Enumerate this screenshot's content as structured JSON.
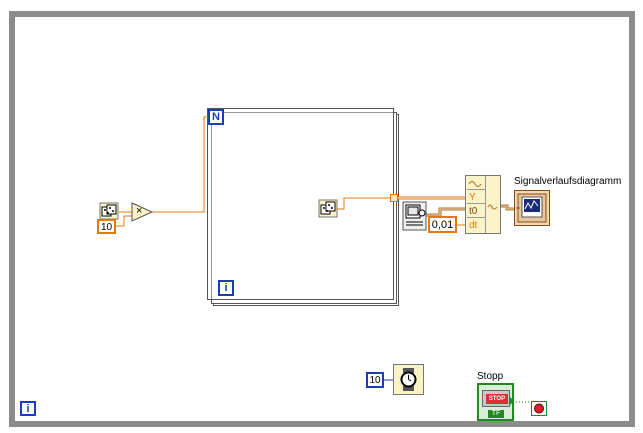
{
  "diagram": {
    "count_terminal": "N",
    "for_iteration_terminal": "i",
    "while_iteration_terminal": "i",
    "random_const_value": "10",
    "multiply_symbol": "×",
    "dt_value": "0,01",
    "wait_value": "10",
    "waveform_inputs": [
      "Y",
      "t0",
      "dt"
    ],
    "chart_label": "Signalverlaufsdiagramm",
    "stop_label": "Stopp",
    "stop_button_text": "STOP",
    "stop_tf": "TF"
  }
}
